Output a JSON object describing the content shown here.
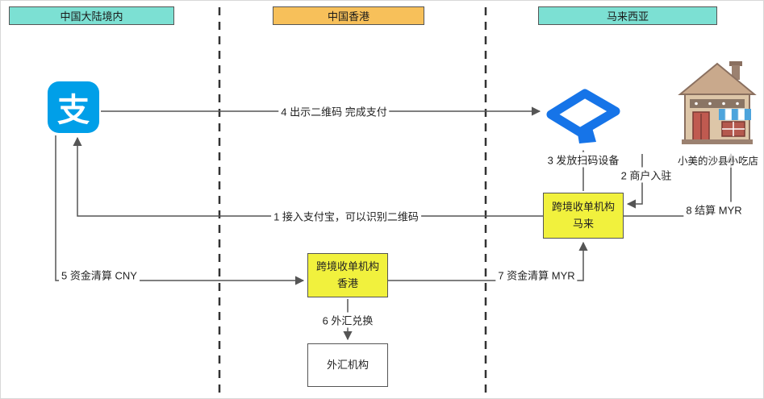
{
  "regions": {
    "mainland": {
      "label": "中国大陆境内",
      "color": "#7ce0d3"
    },
    "hongkong": {
      "label": "中国香港",
      "color": "#f7c05a"
    },
    "malaysia": {
      "label": "马来西亚",
      "color": "#7ce0d3"
    }
  },
  "nodes": {
    "alipay": {
      "glyph": "支",
      "color": "#009fe8"
    },
    "acquirer_malaysia": {
      "line1": "跨境收单机构",
      "line2": "马来",
      "color": "#f1f13d"
    },
    "acquirer_hongkong": {
      "line1": "跨境收单机构",
      "line2": "香港",
      "color": "#f1f13d"
    },
    "fx_institution": {
      "label": "外汇机构"
    },
    "shop": {
      "label": "小美的沙县小吃店"
    }
  },
  "edges": {
    "e1": {
      "label": "1 接入支付宝，可以识别二维码"
    },
    "e2": {
      "label": "2 商户入驻"
    },
    "e3": {
      "label": "3 发放扫码设备"
    },
    "e4": {
      "label": "4 出示二维码 完成支付"
    },
    "e5": {
      "label": "5 资金清算 CNY"
    },
    "e6": {
      "label": "6 外汇兑换"
    },
    "e7": {
      "label": "7 资金清算 MYR"
    },
    "e8": {
      "label": "8 结算 MYR"
    }
  },
  "colors": {
    "line": "#555555",
    "divider": "#333333",
    "pos_blue": "#1674e8"
  }
}
